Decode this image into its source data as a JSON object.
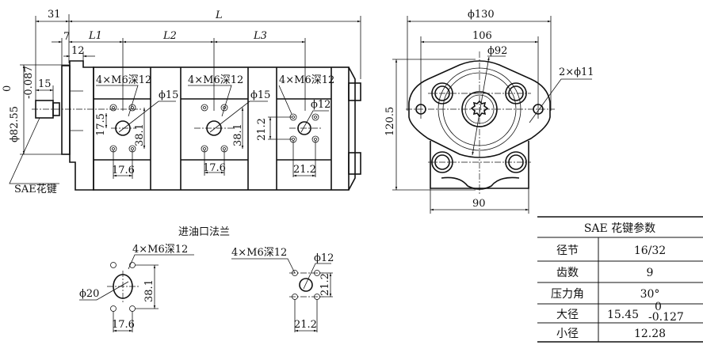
{
  "side_view": {
    "dim_31": "31",
    "dim_L": "L",
    "dim_7": "7",
    "dim_12": "12",
    "dim_L1": "L1",
    "dim_L2": "L2",
    "dim_L3": "L3",
    "dim_15": "15",
    "dim_shaft_dia": "ϕ82.55",
    "dim_shaft_tol_upper": "0",
    "dim_shaft_tol_lower": "-0.087",
    "spline_label": "SAE花键",
    "ports": [
      {
        "thread": "4×M6深12",
        "bore": "ϕ15",
        "h1": "17.5",
        "h2": "38.1",
        "w": "17.6"
      },
      {
        "thread": "4×M6深12",
        "bore": "ϕ15",
        "h2": "38.1",
        "w": "17.6"
      },
      {
        "thread": "4×M6深12",
        "bore": "ϕ12",
        "h2": "21.2",
        "w": "21.2"
      }
    ]
  },
  "front_view": {
    "dim_130": "ϕ130",
    "dim_106": "106",
    "dim_92": "ϕ92",
    "dim_holes": "2×ϕ11",
    "dim_height": "120.5",
    "dim_90": "90"
  },
  "inlet_flange": {
    "title": "进油口法兰",
    "left": {
      "thread": "4×M6深12",
      "bore": "ϕ20",
      "h": "38.1",
      "w": "17.6"
    },
    "right": {
      "thread": "4×M6深12",
      "bore": "ϕ12",
      "h": "21.2",
      "w": "21.2"
    }
  },
  "spline_table": {
    "title": "SAE 花键参数",
    "rows": [
      {
        "label": "径节",
        "value": "16/32"
      },
      {
        "label": "齿数",
        "value": "9"
      },
      {
        "label": "压力角",
        "value": "30°"
      },
      {
        "label": "大径",
        "value": "15.45",
        "tol_upper": "0",
        "tol_lower": "-0.127"
      },
      {
        "label": "小径",
        "value": "12.28"
      }
    ]
  }
}
